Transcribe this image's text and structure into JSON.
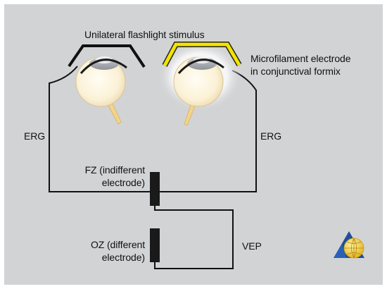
{
  "labels": {
    "stimulus": "Unilateral flashlight stimulus",
    "electrode_line1": "Microfilament electrode",
    "electrode_line2": "in conjunctival formix",
    "erg_left": "ERG",
    "erg_right": "ERG",
    "fz_line1": "FZ (indifferent",
    "fz_line2": "electrode)",
    "oz_line1": "OZ (different",
    "oz_line2": "electrode)",
    "vep": "VEP"
  },
  "colors": {
    "panel_background": "#d2d3d5",
    "wire": "#111111",
    "stimulus_highlight": "#f2e400",
    "optic_nerve": "#f2d48a",
    "lens": "#a7aab0",
    "glow": "#f2f2f2",
    "logo_globe": "#f4d03f",
    "logo_triangle": "#1f4e9a"
  },
  "icons": {
    "logo": "globe-triangle-logo-icon"
  }
}
